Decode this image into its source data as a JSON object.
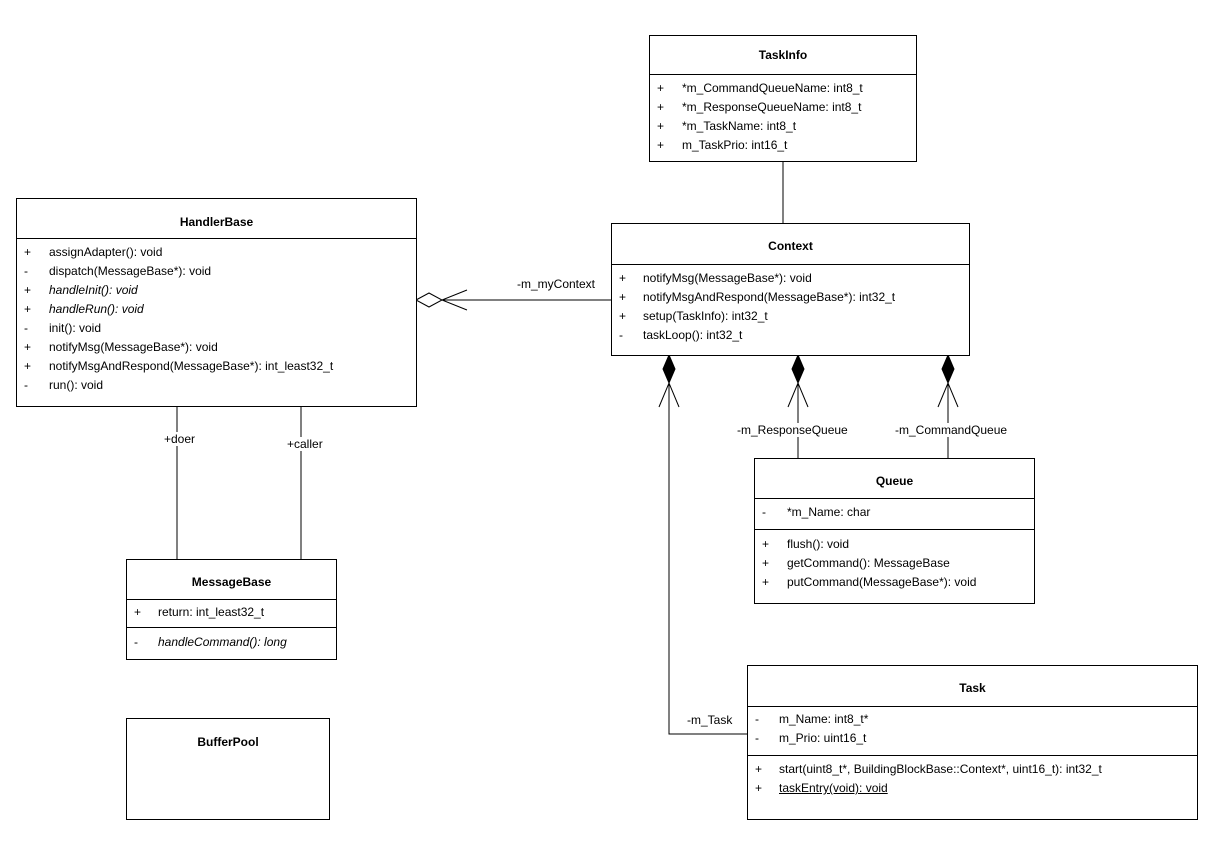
{
  "classes": {
    "taskinfo": {
      "name": "TaskInfo",
      "attributes": [
        {
          "vis": "+",
          "text": "*m_CommandQueueName: int8_t"
        },
        {
          "vis": "+",
          "text": "*m_ResponseQueueName: int8_t"
        },
        {
          "vis": "+",
          "text": "*m_TaskName: int8_t"
        },
        {
          "vis": "+",
          "text": "m_TaskPrio: int16_t"
        }
      ]
    },
    "handlerbase": {
      "name": "HandlerBase",
      "operations": [
        {
          "vis": "+",
          "text": "assignAdapter(): void"
        },
        {
          "vis": "-",
          "text": "dispatch(MessageBase*): void"
        },
        {
          "vis": "+",
          "text": "handleInit(): void"
        },
        {
          "vis": "+",
          "text": "handleRun(): void"
        },
        {
          "vis": "-",
          "text": "init(): void"
        },
        {
          "vis": "+",
          "text": "notifyMsg(MessageBase*): void"
        },
        {
          "vis": "+",
          "text": "notifyMsgAndRespond(MessageBase*): int_least32_t"
        },
        {
          "vis": "-",
          "text": "run(): void"
        }
      ]
    },
    "context": {
      "name": "Context",
      "operations": [
        {
          "vis": "+",
          "text": "notifyMsg(MessageBase*): void"
        },
        {
          "vis": "+",
          "text": "notifyMsgAndRespond(MessageBase*): int32_t"
        },
        {
          "vis": "+",
          "text": "setup(TaskInfo): int32_t"
        },
        {
          "vis": "-",
          "text": "taskLoop(): int32_t"
        }
      ]
    },
    "queue": {
      "name": "Queue",
      "attributes": [
        {
          "vis": "-",
          "text": "*m_Name: char"
        }
      ],
      "operations": [
        {
          "vis": "+",
          "text": "flush(): void"
        },
        {
          "vis": "+",
          "text": "getCommand(): MessageBase"
        },
        {
          "vis": "+",
          "text": "putCommand(MessageBase*): void"
        }
      ]
    },
    "messagebase": {
      "name": "MessageBase",
      "attributes": [
        {
          "vis": "+",
          "text": "return: int_least32_t"
        }
      ],
      "operations": [
        {
          "vis": "-",
          "text": "handleCommand(): long"
        }
      ]
    },
    "bufferpool": {
      "name": "BufferPool"
    },
    "task": {
      "name": "Task",
      "attributes": [
        {
          "vis": "-",
          "text": "m_Name: int8_t*"
        },
        {
          "vis": "-",
          "text": "m_Prio: uint16_t"
        }
      ],
      "operations": [
        {
          "vis": "+",
          "text": "start(uint8_t*, BuildingBlockBase::Context*, uint16_t): int32_t"
        },
        {
          "vis": "+",
          "text": "taskEntry(void): void"
        }
      ]
    }
  },
  "labels": {
    "my_context": "-m_myContext",
    "doer": "+doer",
    "caller": "+caller",
    "response_queue": "-m_ResponseQueue",
    "command_queue": "-m_CommandQueue",
    "task": "-m_Task"
  }
}
